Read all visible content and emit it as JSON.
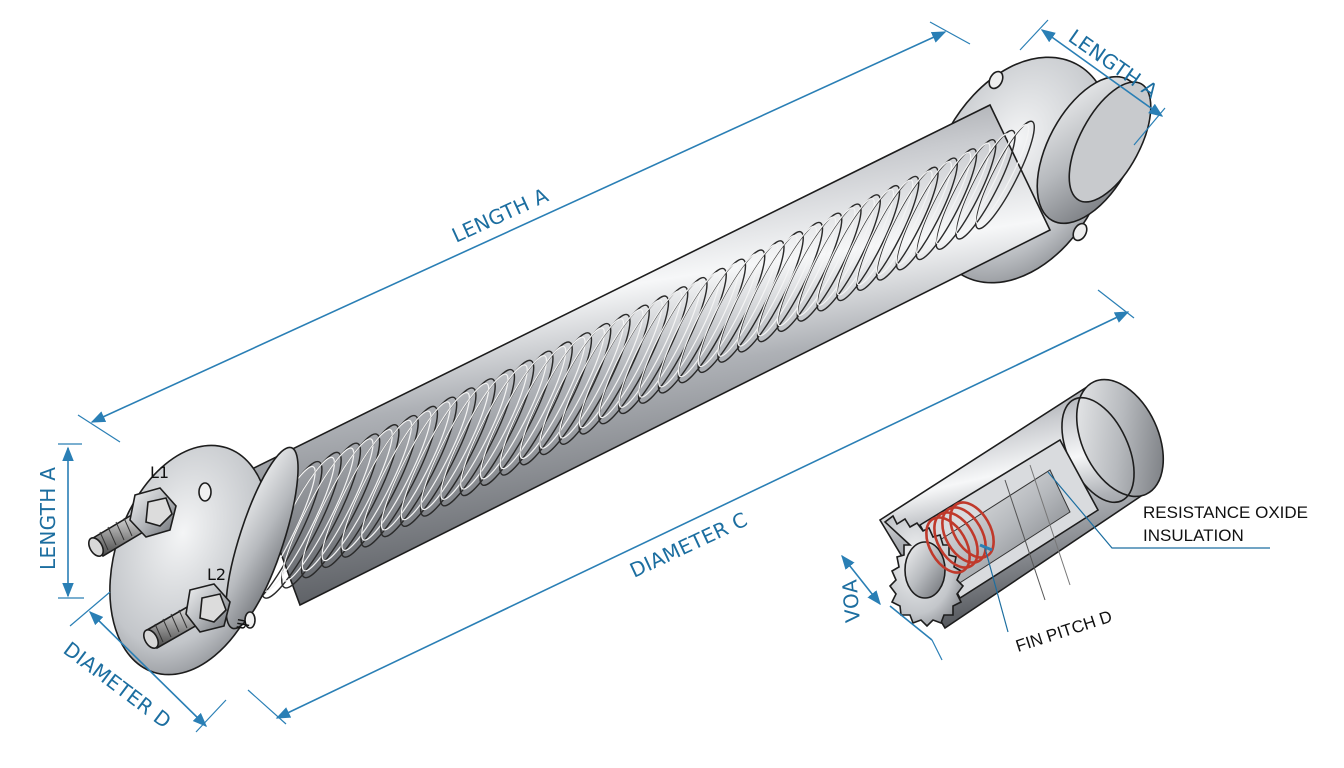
{
  "labels": {
    "length_top": "LENGTH A",
    "length_right": "LENGTH A",
    "length_left": "LENGTH A",
    "diameter_c": "DIAMETER C",
    "diameter_d": "DIAMETER D",
    "voa": "VOA",
    "fin_pitch": "FIN PITCH D",
    "resistance_line1": "RESISTANCE OXIDE",
    "resistance_line2": "INSULATION",
    "terminal_1": "L1",
    "terminal_2": "L2"
  },
  "colors": {
    "dimension": "#1c6ea0",
    "steel_light": "#e8e9eb",
    "steel_dark": "#6e7176",
    "coil": "#c0392b"
  },
  "fin_count": 38
}
